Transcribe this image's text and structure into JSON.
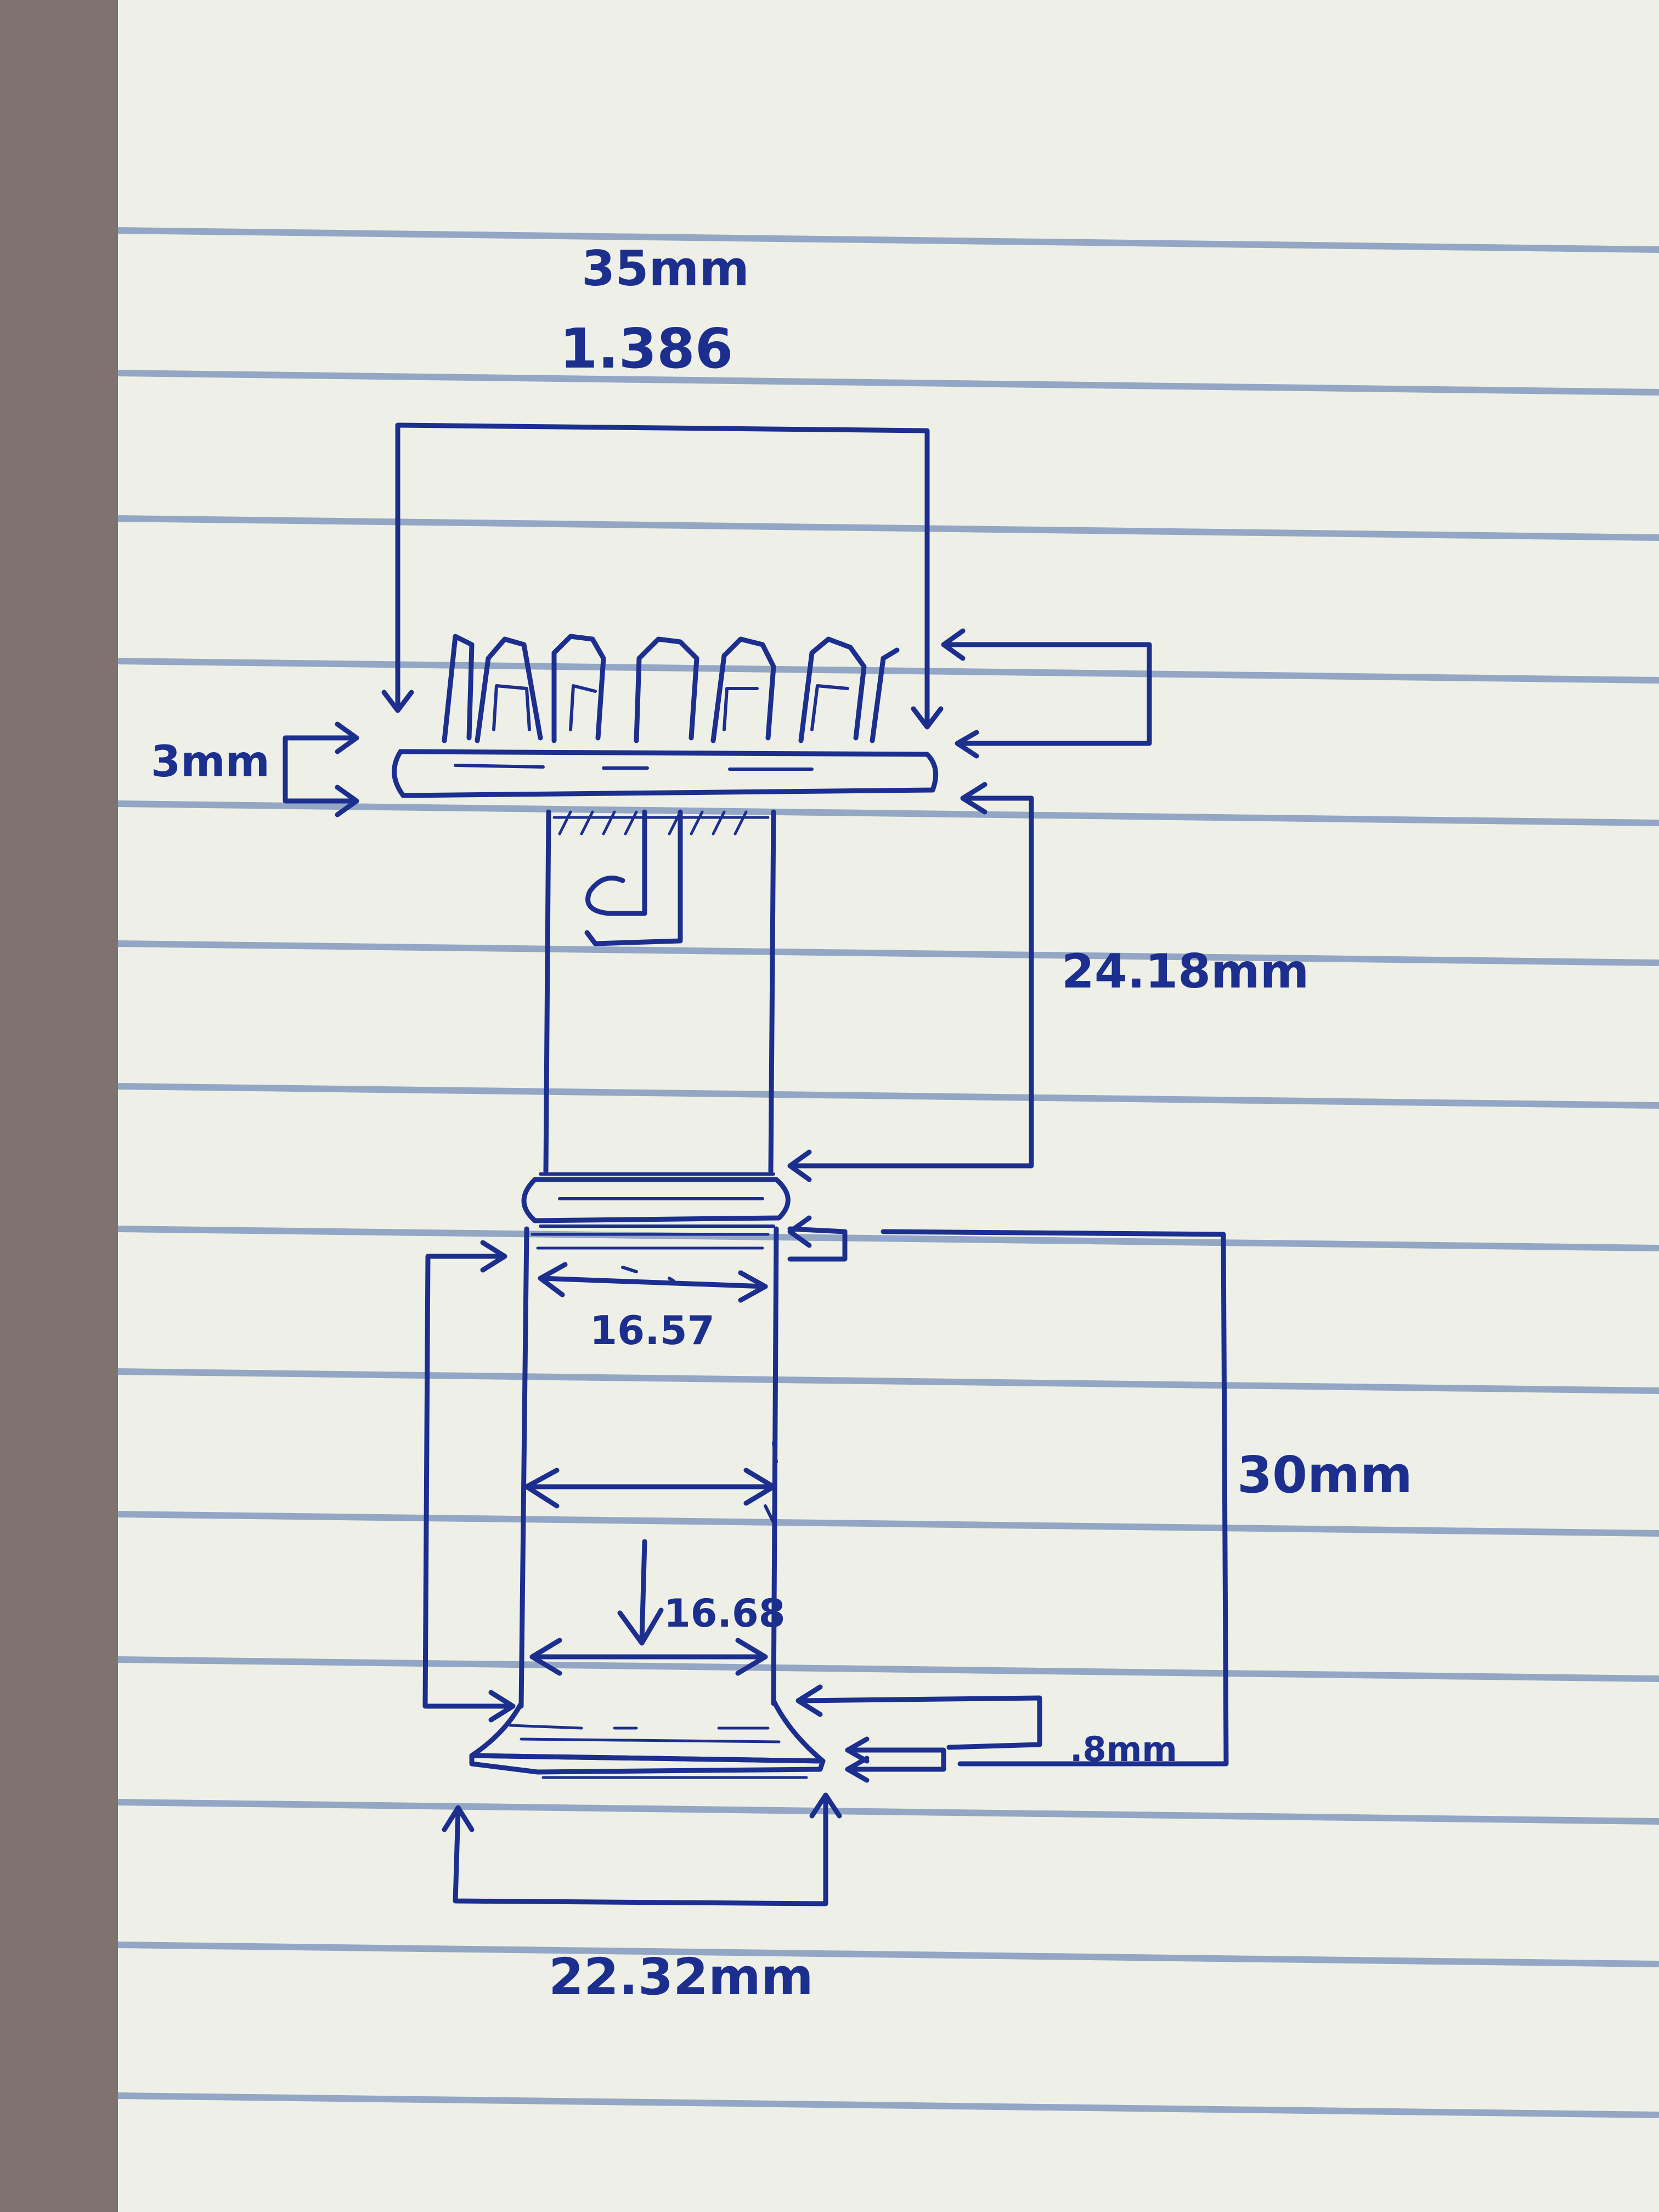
{
  "sheet": {
    "paper_color": "#eef0e8",
    "rule_color": "#93a6c4",
    "ink_color": "#1c2f8f",
    "desk_color": "#7f736f"
  },
  "dimensions": {
    "top_width_mm": "35mm",
    "top_width_in": "1.386",
    "flange_thickness": "3mm",
    "upper_body_height": "24.18mm",
    "inner_width_upper": "16.57",
    "inner_width_lower": "16.68",
    "lower_body_height": "30mm",
    "base_lip": ".8mm",
    "base_width": "22.32mm"
  }
}
